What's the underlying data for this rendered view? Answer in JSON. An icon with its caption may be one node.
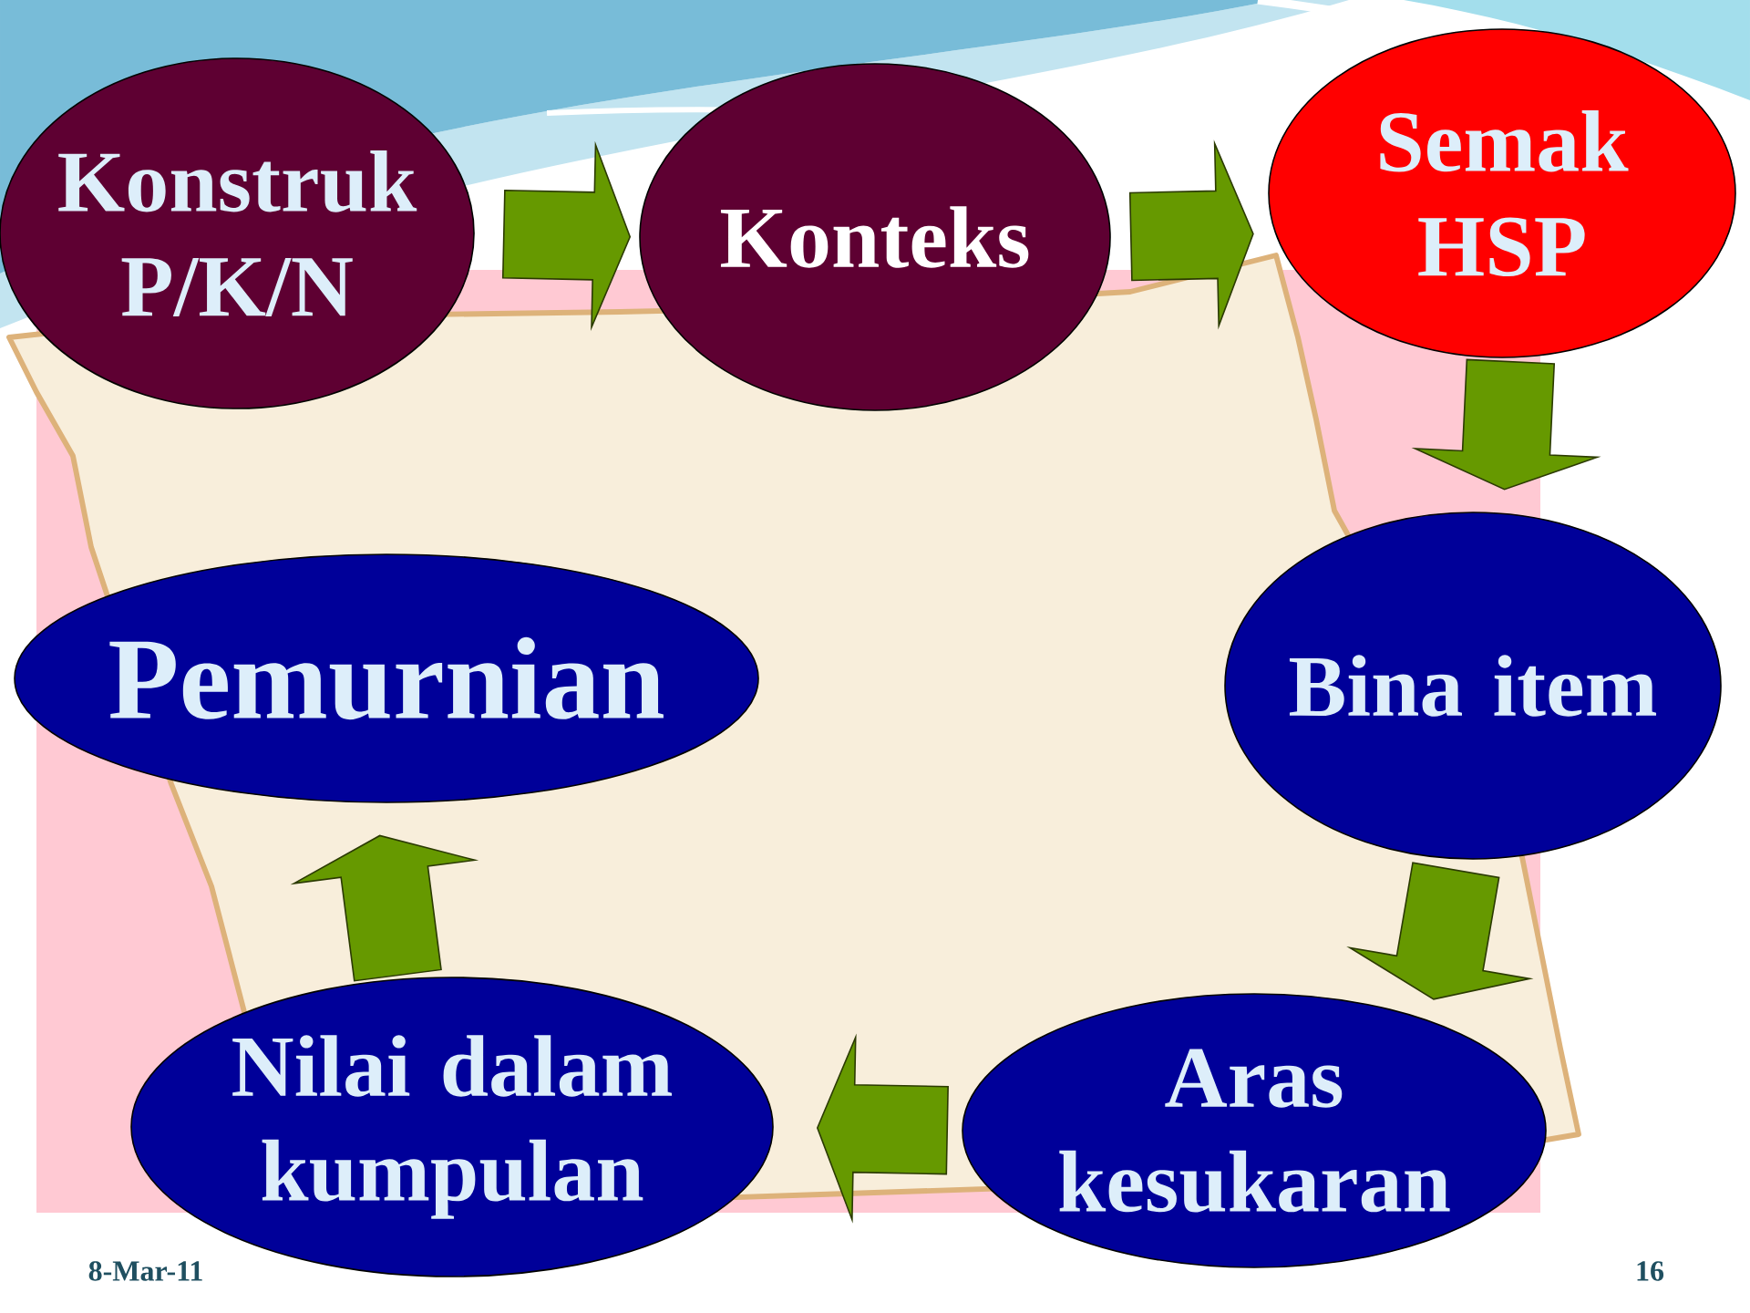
{
  "diagram": {
    "nodes": [
      {
        "text": [
          "Konstruk P/K/N"
        ]
      },
      {
        "text": [
          "Konteks"
        ]
      },
      {
        "text": [
          "Semak HSP"
        ]
      },
      {
        "text": [
          "Bina item"
        ]
      },
      {
        "text": [
          "Aras kesukaran"
        ]
      },
      {
        "text": [
          "Nilai dalam kumpulan"
        ]
      },
      {
        "text": [
          "Pemurnian"
        ]
      }
    ],
    "edges": [
      {
        "from": 0,
        "to": 1,
        "arrow": "to"
      },
      {
        "from": 1,
        "to": 2,
        "arrow": "to"
      },
      {
        "from": 2,
        "to": 3,
        "arrow": "to"
      },
      {
        "from": 3,
        "to": 4,
        "arrow": "to"
      },
      {
        "from": 4,
        "to": 5,
        "arrow": "to"
      },
      {
        "from": 5,
        "to": 6,
        "arrow": "to"
      }
    ],
    "labels": [
      "8-Mar-11",
      "16"
    ]
  }
}
